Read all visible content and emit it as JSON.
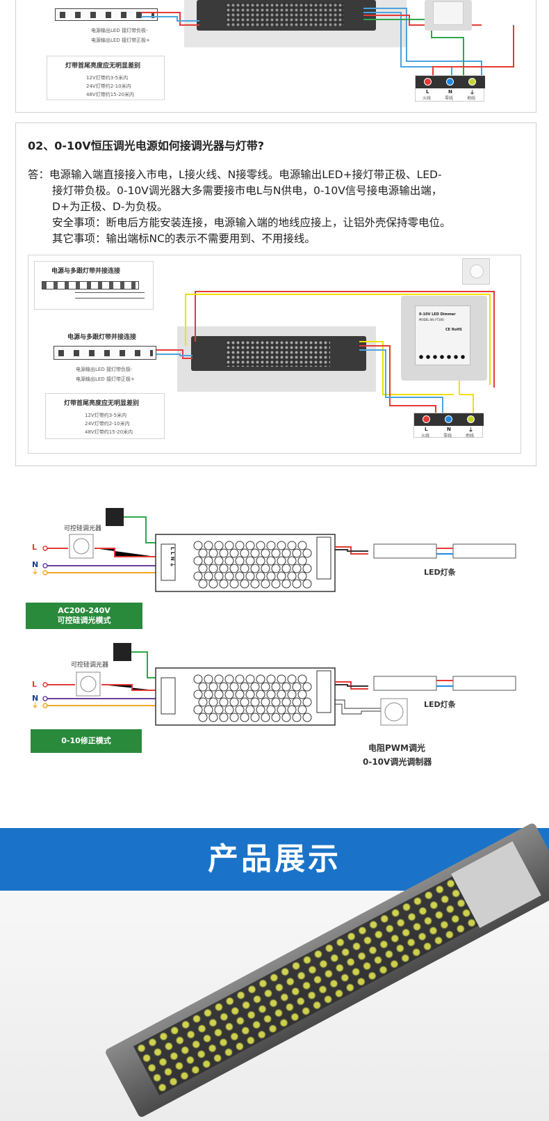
{
  "top_panel": {
    "strip_notes": [
      "电源输出LED 接灯带负极-",
      "电源输出LED 接灯带正极+"
    ],
    "brightness_title": "灯带首尾亮度应无明显差别",
    "brightness_rows": [
      "12V灯带约3-5米内",
      "24V灯带约2-10米内",
      "48V灯带约15-20米内"
    ],
    "terminals": [
      {
        "letter": "L",
        "name": "火线"
      },
      {
        "letter": "N",
        "name": "零线"
      },
      {
        "letter": "⏚",
        "name": "地线"
      }
    ]
  },
  "question": {
    "title": "02、0-10V恒压调光电源如何接调光器与灯带?",
    "answer_lines": [
      "答：电源输入端直接接入市电，L接火线、N接零线。电源输出LED+接灯带正极、LED-",
      "接灯带负极。0-10V调光器大多需要接市电L与N供电，0-10V信号接电源输出端，",
      "D+为正极、D-为负极。",
      "安全事项：断电后方能安装连接，电源输入端的地线应接上，让铝外壳保持零电位。",
      "其它事项：输出端标NC的表示不需要用到、不用接线。"
    ]
  },
  "diagram2": {
    "box1_title": "电源与多跟灯带并接连接",
    "box2_title": "电源与多跟灯带并接连接",
    "strip_notes": [
      "电源输出LED 接灯带负极-",
      "电源输出LED 接灯带正极+"
    ],
    "brightness_title": "灯带首尾亮度应无明显差别",
    "brightness_rows": [
      "12V灯带约3-5米内",
      "24V灯带约2-10米内",
      "48V灯带约15-20米内"
    ],
    "dimmer_title": "0-10V LED Dimmer",
    "dimmer_model": "MODEL:WL-FT300",
    "dimmer_ce": "CE RoHS",
    "terminals": [
      {
        "letter": "L",
        "name": "火线"
      },
      {
        "letter": "N",
        "name": "零线"
      },
      {
        "letter": "⏚",
        "name": "地线"
      }
    ]
  },
  "wiring1": {
    "dimmer_label": "可控硅调光器",
    "lines": [
      "L",
      "N",
      "⏚"
    ],
    "strip_label": "LED灯条",
    "mode": "AC200-240V\n可控硅调光模式",
    "mode_line1": "AC200-240V",
    "mode_line2": "可控硅调光模式"
  },
  "wiring2": {
    "dimmer_label": "可控硅调光器",
    "lines": [
      "L",
      "N",
      "⏚"
    ],
    "strip_label": "LED灯条",
    "mode": "0-10修正模式",
    "pwm_line1": "电阻PWM调光",
    "pwm_line2": "0-10V调光调制器"
  },
  "terminal_letters": [
    "L",
    "L",
    "N",
    "⏚"
  ],
  "banner": {
    "title": "产品展示"
  },
  "colors": {
    "banner": "#1a73c8",
    "green": "#2a8a3c",
    "live": "#e53935",
    "neutral": "#1e88e5",
    "earth": "#c6d430",
    "yellow": "#f2e000"
  }
}
